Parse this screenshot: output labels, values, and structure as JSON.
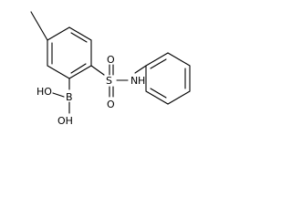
{
  "molecule": {
    "atoms": {
      "methyl": "",
      "boron": "B",
      "hydroxyl_upper": "HO",
      "hydroxyl_lower": "OH",
      "sulfur": "S",
      "oxygen_upper": "O",
      "oxygen_lower": "O",
      "amine": "N",
      "amine_h": "H"
    }
  },
  "colors": {
    "ink": "#000000",
    "background": "#ffffff"
  }
}
